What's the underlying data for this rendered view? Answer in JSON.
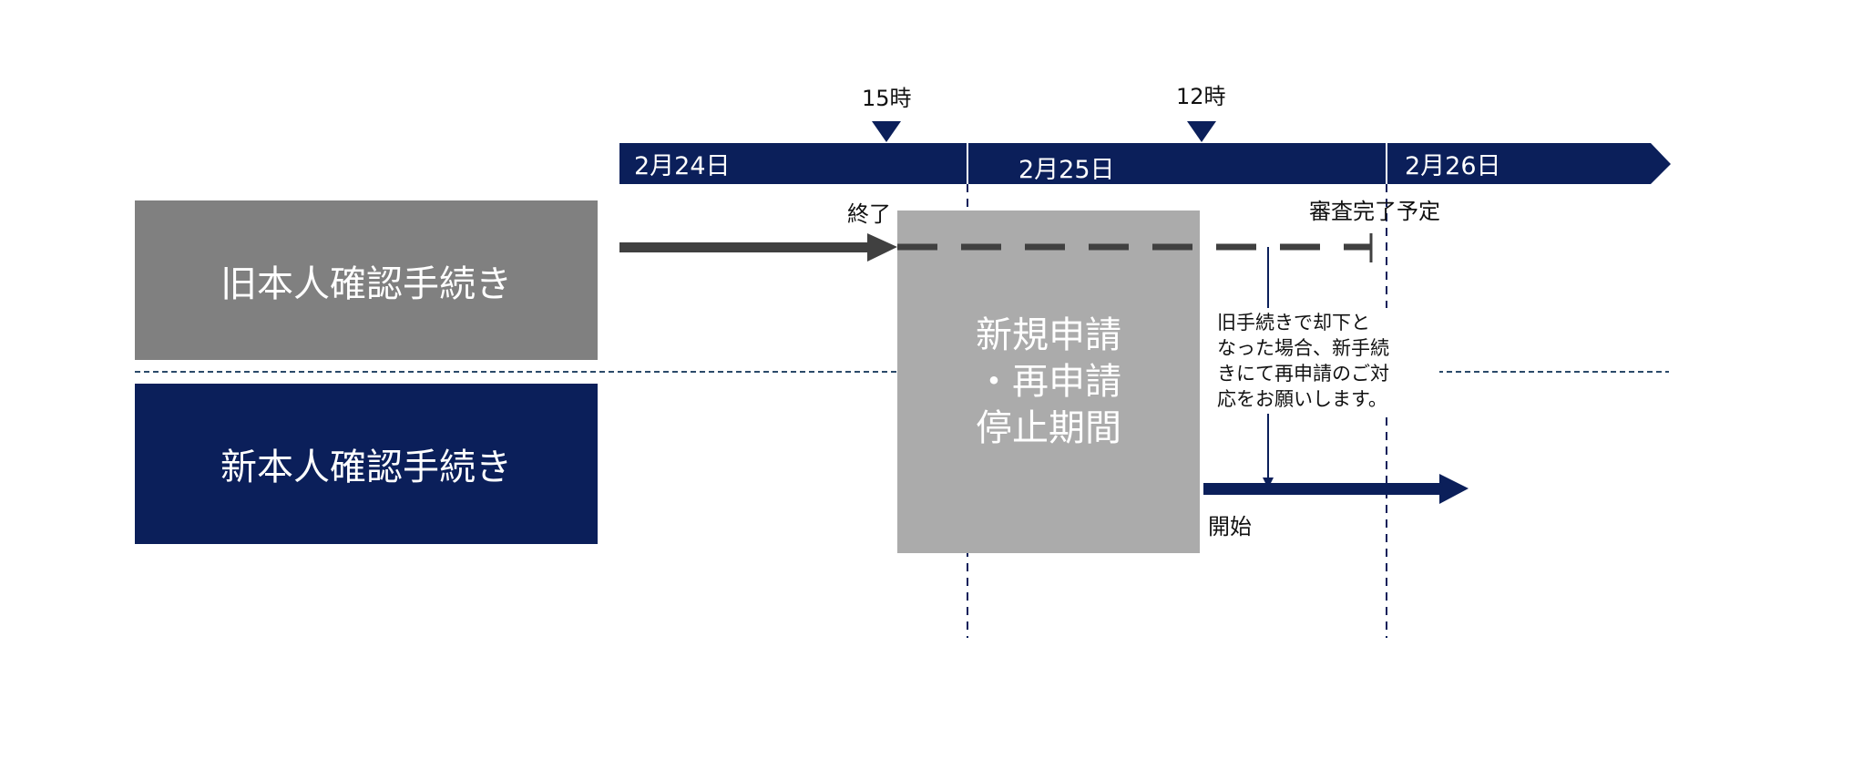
{
  "rows": {
    "old": "旧本人確認手続き",
    "new": "新本人確認手続き"
  },
  "timeline": {
    "dates": [
      "2月24日",
      "2月25日",
      "2月26日"
    ],
    "markers": [
      "15時",
      "12時"
    ]
  },
  "labels": {
    "end": "終了",
    "review_complete": "審査完了予定",
    "start": "開始"
  },
  "suspension": {
    "lines": [
      "新規申請",
      "・再申請",
      "停止期間"
    ]
  },
  "note": {
    "lines": [
      "旧手続きで却下と",
      "なった場合、新手続",
      "きにて再申請のご対",
      "応をお願いします。"
    ]
  },
  "colors": {
    "navy": "#0b1f5a",
    "gray": "#808080",
    "light_gray": "#ababab",
    "dark_arrow": "#404040"
  }
}
